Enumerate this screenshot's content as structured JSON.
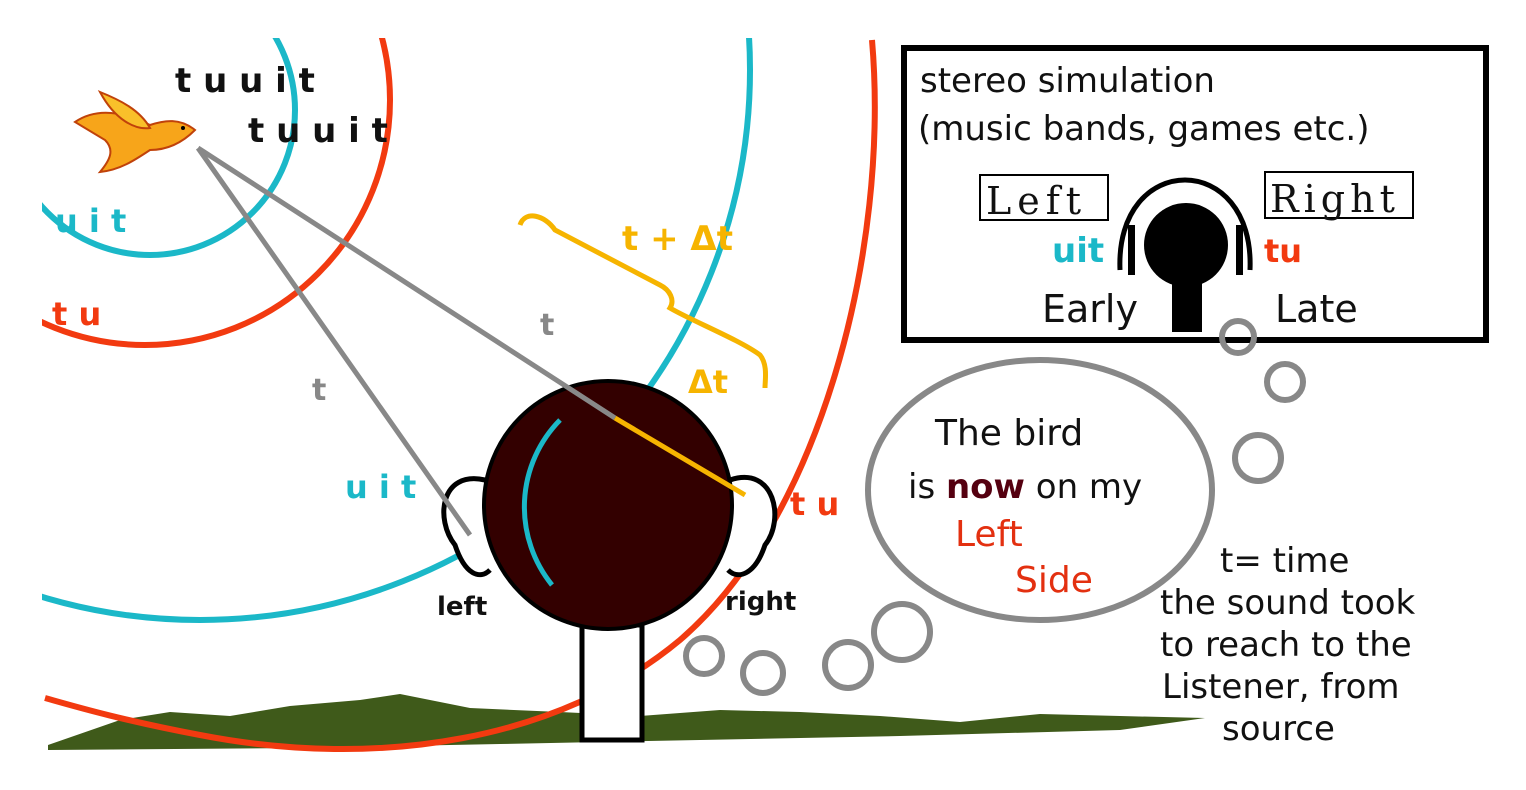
{
  "bird_sounds": {
    "line1": "t u u i t",
    "line2": "t u u i t"
  },
  "wave_labels": {
    "cyan_small": "u i t",
    "red_small": "t u",
    "cyan_ear": "u i t",
    "red_ear": "t u"
  },
  "timing": {
    "delay_top": "t + Δt",
    "t_upper": "t",
    "t_lower": "t",
    "delta": "Δt"
  },
  "ears": {
    "left": "left",
    "right": "right"
  },
  "stereo_box": {
    "title_line1": "stereo simulation",
    "title_line2": "(music bands, games etc.)",
    "left": "Left",
    "right": "Right",
    "left_sound": "uit",
    "right_sound": "tu",
    "early": "Early",
    "late": "Late"
  },
  "thought": {
    "line1": "The bird",
    "line2_a": "is ",
    "line2_now": "now",
    "line2_b": " on my",
    "line3": "Left",
    "line4": "Side"
  },
  "legend": {
    "line1": "t= time",
    "line2": "the sound took",
    "line3": "to reach to the",
    "line4": "Listener, from",
    "line5": "source"
  },
  "colors": {
    "cyan": "#1bb8c8",
    "red": "#f23a10",
    "orange": "#f6b400",
    "gray": "#888888",
    "head": "#330000",
    "grass": "#3f5a1a"
  }
}
